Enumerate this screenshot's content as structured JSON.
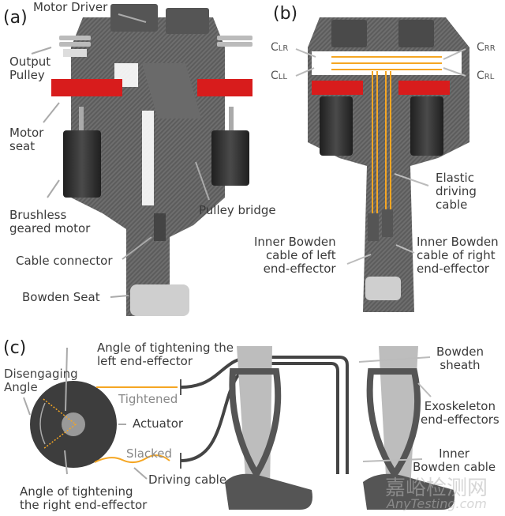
{
  "panels": {
    "a": "(a)",
    "b": "(b)",
    "c": "(c)"
  },
  "panel_a": {
    "motor_driver": "Motor Driver",
    "output_pulley": "Output\nPulley",
    "motor_seat": "Motor\nseat",
    "brushless_motor": "Brushless\ngeared motor",
    "pulley_bridge": "Pulley bridge",
    "cable_connector": "Cable connector",
    "bowden_seat": "Bowden Seat"
  },
  "panel_b": {
    "c_lr": {
      "main": "C",
      "sub": "LR"
    },
    "c_ll": {
      "main": "C",
      "sub": "LL"
    },
    "c_rr": {
      "main": "C",
      "sub": "RR"
    },
    "c_rl": {
      "main": "C",
      "sub": "RL"
    },
    "elastic_cable": "Elastic\ndriving\ncable",
    "inner_left": "Inner Bowden\ncable of left\nend-effector",
    "inner_right": "Inner Bowden\ncable of right\nend-effector"
  },
  "panel_c": {
    "angle_left": "Angle of tightening the\nleft end-effector",
    "disengaging": "Disengaging\nAngle",
    "tightened": "Tightened",
    "actuator": "Actuator",
    "slacked": "Slacked",
    "driving_cable": "Driving cable",
    "angle_right": "Angle of tightening\nthe right end-effector",
    "bowden_sheath": "Bowden\nsheath",
    "exo_end_effectors": "Exoskeleton\nend-effectors",
    "inner_bowden": "Inner\nBowden cable"
  },
  "watermark": {
    "cn": "嘉峪检测网",
    "en": "AnyTesting.com"
  },
  "colors": {
    "carbon": "#5a5a5a",
    "red": "#d81c1c",
    "orange": "#f5a623",
    "motor": "#2e2e2e",
    "leg": "#bdbdbd",
    "exo": "#555555"
  }
}
